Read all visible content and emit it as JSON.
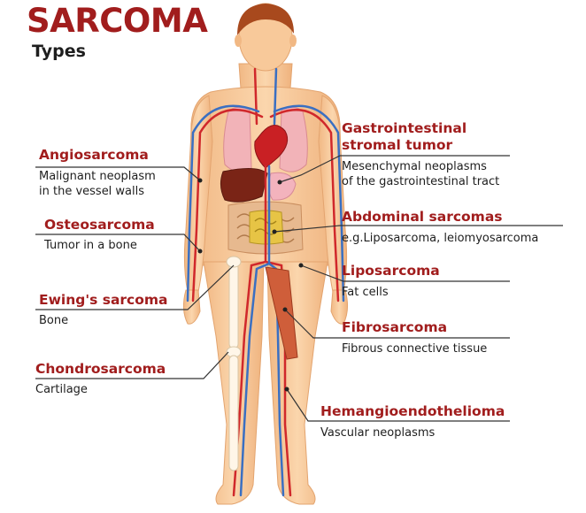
{
  "title": "SARCOMA",
  "subtitle": "Types",
  "colors": {
    "heading": "#a11d1d",
    "text": "#1e1e1e",
    "skin": "#f6c89a",
    "hair": "#a8491d",
    "artery": "#d0282b",
    "vein": "#3a6fc2",
    "line": "#333333"
  },
  "labels": {
    "angiosarcoma": {
      "name": "Angiosarcoma",
      "desc_line1": "Malignant neoplasm",
      "desc_line2": "in the vessel walls"
    },
    "osteosarcoma": {
      "name": "Osteosarcoma",
      "desc": "Tumor in a bone"
    },
    "ewings": {
      "name": "Ewing's sarcoma",
      "desc": "Bone"
    },
    "chondrosarcoma": {
      "name": "Chondrosarcoma",
      "desc": "Cartilage"
    },
    "gist": {
      "name_line1": "Gastrointestinal",
      "name_line2": "stromal tumor",
      "desc_line1": "Mesenchymal neoplasms",
      "desc_line2": "of the gastrointestinal tract"
    },
    "abdominal": {
      "name": "Abdominal sarcomas",
      "desc": "e.g.Liposarcoma, leiomyosarcoma"
    },
    "liposarcoma": {
      "name": "Liposarcoma",
      "desc": "Fat cells"
    },
    "fibrosarcoma": {
      "name": "Fibrosarcoma",
      "desc": "Fibrous connective tissue"
    },
    "hemangio": {
      "name": "Hemangioendothelioma",
      "desc": "Vascular neoplasms"
    }
  }
}
